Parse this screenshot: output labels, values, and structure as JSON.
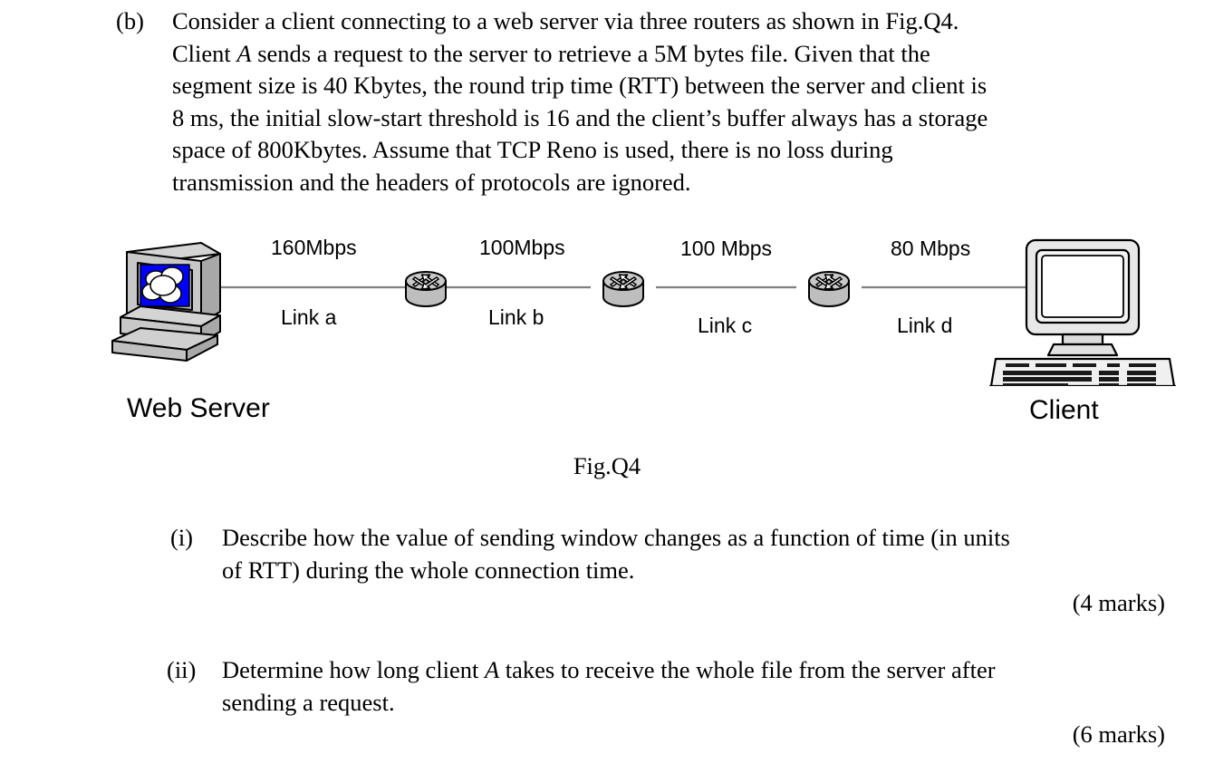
{
  "question": {
    "part_label": "(b)",
    "statement_lines": [
      "Consider a client connecting to a web server via three routers as shown in Fig.Q4.",
      "Client A sends a request to the server to retrieve a 5M bytes file. Given that the",
      "segment size is 40 Kbytes, the round trip time (RTT) between the server and client is",
      "8 ms, the initial slow-start threshold is 16 and the client’s buffer always has a storage",
      "space of 800Kbytes. Assume that TCP Reno is used, there is no loss during",
      "transmission and the headers of protocols are ignored."
    ],
    "sub_questions": [
      {
        "label": "(i)",
        "lines": [
          "Describe how the value of sending window changes as a function of time (in units",
          "of RTT) during the whole connection time."
        ],
        "marks": "(4 marks)"
      },
      {
        "label": "(ii)",
        "lines": [
          "Determine how long client A takes to receive the whole file from the server after",
          "sending a request."
        ],
        "marks": "(6 marks)"
      }
    ]
  },
  "figure": {
    "caption": "Fig.Q4",
    "server_label": "Web Server",
    "client_label": "Client",
    "links": [
      {
        "bandwidth": "160Mbps",
        "name": "Link a"
      },
      {
        "bandwidth": "100Mbps",
        "name": "Link b"
      },
      {
        "bandwidth": "100 Mbps",
        "name": "Link c"
      },
      {
        "bandwidth": "80 Mbps",
        "name": "Link d"
      }
    ],
    "router_count": 3,
    "colors": {
      "screen_blue": "#0000FF",
      "cloud_white": "#FFFFFF",
      "device_gray": "#C0C0C0",
      "device_gray_dark": "#A0A0A0",
      "device_gray_light": "#D4D4D4",
      "line_gray": "#808080",
      "outline": "#000000"
    }
  }
}
